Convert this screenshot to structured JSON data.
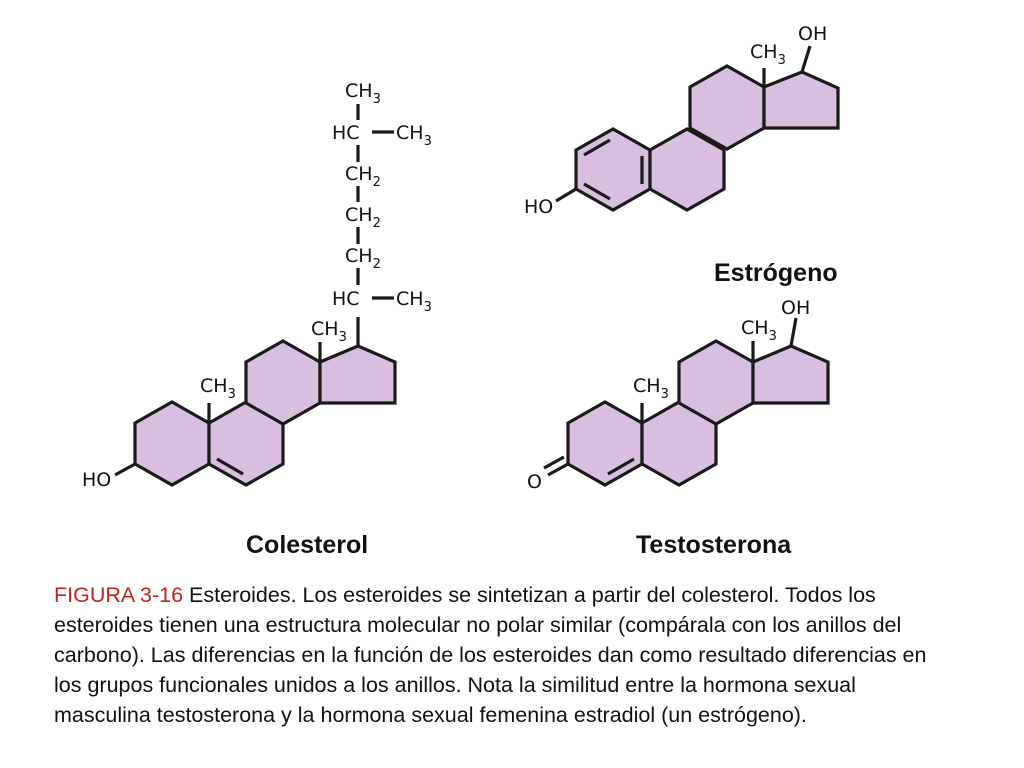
{
  "molecules": {
    "estrogen": {
      "name": "Estrógeno",
      "groups": {
        "ho": "HO",
        "ch3_c": "CH",
        "ch3_s": "3",
        "oh": "OH"
      }
    },
    "cholesterol": {
      "name": "Colesterol",
      "chain": [
        {
          "c": "CH",
          "s": "3"
        },
        {
          "c": "HC"
        },
        {
          "c": "CH",
          "s": "2"
        },
        {
          "c": "CH",
          "s": "2"
        },
        {
          "c": "CH",
          "s": "2"
        },
        {
          "c": "HC"
        }
      ],
      "side_ch3": {
        "c": "CH",
        "s": "3"
      },
      "groups": {
        "ho": "HO",
        "ch3_c": "CH",
        "ch3_s": "3"
      }
    },
    "testosterone": {
      "name": "Testosterona",
      "groups": {
        "o": "O",
        "ch3_c": "CH",
        "ch3_s": "3",
        "oh": "OH"
      }
    }
  },
  "caption": {
    "label": "FIGURA 3-16",
    "text": " Esteroides. Los esteroides se sintetizan a partir del colesterol. Todos los esteroides tienen una estructura molecular no polar similar (compárala con los anillos del carbono). Las diferencias en la función de los esteroides dan como resultado diferencias en los grupos funcionales unidos a los anillos. Nota la similitud entre la hormona sexual masculina testosterona y la hormona sexual femenina estradiol (un estrógeno)."
  }
}
